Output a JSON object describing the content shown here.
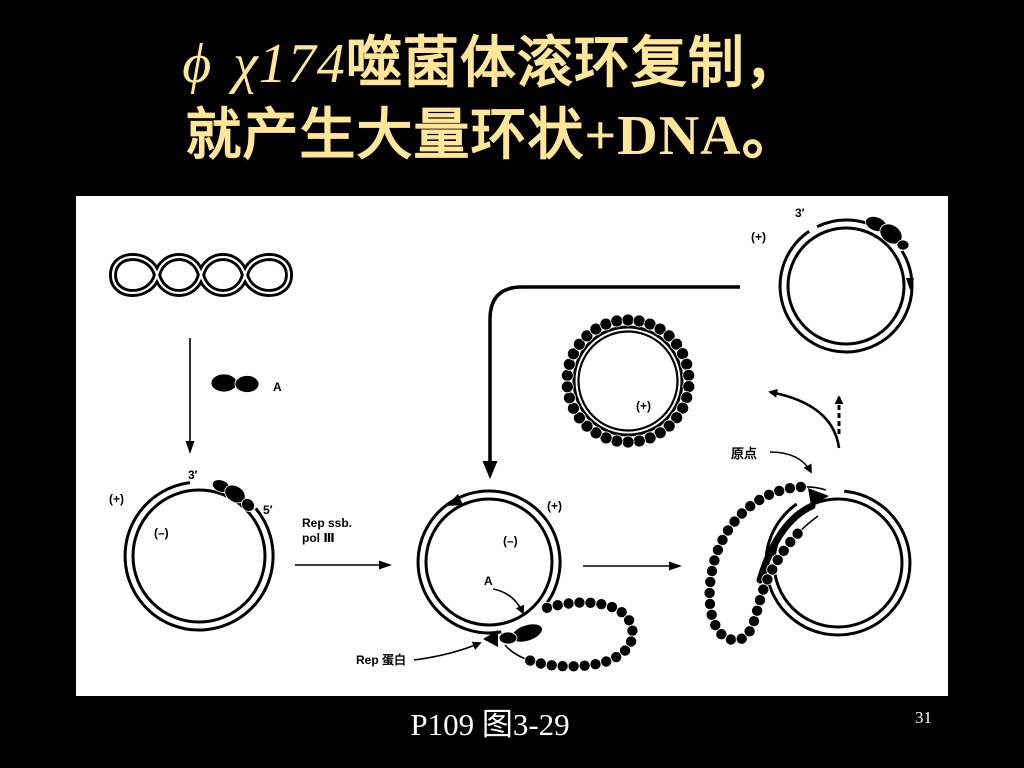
{
  "colors": {
    "slide_background": "#000000",
    "title_text": "#FFE699",
    "caption_text": "#FFFFFF",
    "figure_background": "#FFFFFF",
    "figure_ink": "#000000"
  },
  "title": {
    "line1_symbol": "ϕ χ174",
    "line1_text": "噬菌体滚环复制，",
    "line2": "就产生大量环状+DNA。"
  },
  "figure": {
    "step1": {
      "protein_label": "A"
    },
    "step2": {
      "end_3": "3′",
      "plus_strand": "(+)",
      "minus_strand": "(–)",
      "end_5": "5′"
    },
    "enzymes": {
      "line1": "Rep ssb.",
      "line2": "pol Ⅲ"
    },
    "step3": {
      "plus_strand": "(+)",
      "minus_strand": "(–)",
      "protein_label": "A",
      "rep_label": "Rep 蛋白"
    },
    "released_circle": {
      "plus_strand": "(+)"
    },
    "step4": {
      "origin_label": "原点"
    },
    "step5": {
      "end_3": "3′",
      "plus_strand": "(+)"
    }
  },
  "caption": "P109 图3-29",
  "page_number": "31"
}
